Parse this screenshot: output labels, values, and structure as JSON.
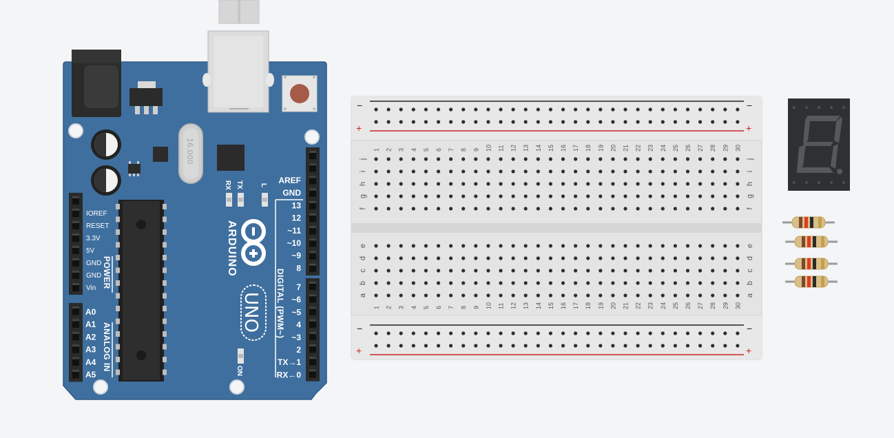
{
  "canvas": {
    "background": "#f4f5f7"
  },
  "arduino": {
    "board_color": "#3f6f9e",
    "brand": "ARDUINO",
    "model": "UNO",
    "crystal_label": "16.000",
    "led_labels": {
      "rx": "RX",
      "tx": "TX",
      "l": "L",
      "on": "ON"
    },
    "power_section_label": "POWER",
    "analog_section_label": "ANALOG IN",
    "digital_section_label": "DIGITAL (PWM~)",
    "power_pins": [
      "IOREF",
      "RESET",
      "3.3V",
      "5V",
      "GND",
      "GND",
      "Vin"
    ],
    "analog_pins": [
      "A0",
      "A1",
      "A2",
      "A3",
      "A4",
      "A5"
    ],
    "digital_pins_top": [
      "AREF",
      "GND",
      "13",
      "12",
      "~11",
      "~10",
      "~9",
      "8"
    ],
    "digital_pins_bottom": [
      "7",
      "~6",
      "~5",
      "4",
      "~3",
      "2",
      "TX→1",
      "RX←0"
    ]
  },
  "breadboard": {
    "columns": 30,
    "rows_top": [
      "j",
      "i",
      "h",
      "g",
      "f"
    ],
    "rows_bottom": [
      "e",
      "d",
      "c",
      "b",
      "a"
    ],
    "rail_minus": "−",
    "rail_plus": "+",
    "rail_minus_color": "#222222",
    "rail_plus_color": "#cc2222"
  },
  "seven_segment": {
    "lit_color": "#57585c",
    "body_color": "#2f3034"
  },
  "resistors": {
    "count": 4,
    "body_color": "#d8bf8a",
    "bands": [
      "#7a4a2b",
      "#e03b1c",
      "#2b2b2b",
      "#c5a04a"
    ]
  }
}
